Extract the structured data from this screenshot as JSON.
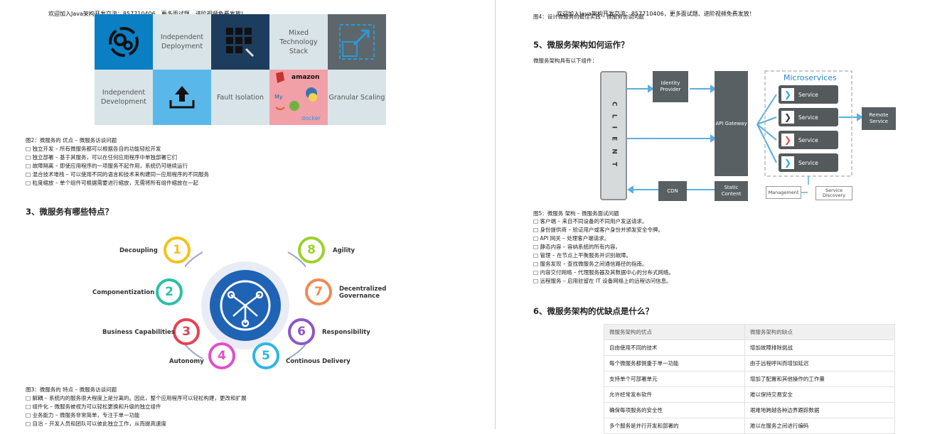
{
  "watermark": "欢迎加入Java架构开发交流：857710406，更多面试题、进阶视频免费发放！",
  "left": {
    "tiles": [
      {
        "label": "",
        "icon": "gears-icon"
      },
      {
        "label": "Independent Deployment",
        "icon": ""
      },
      {
        "label": "",
        "icon": "grid-icon"
      },
      {
        "label": "Mixed Technology Stack",
        "icon": ""
      },
      {
        "label": "",
        "icon": "scale-arrow-icon"
      },
      {
        "label": "Independent Development",
        "icon": ""
      },
      {
        "label": "",
        "icon": "upload-icon"
      },
      {
        "label": "Fault Isolation",
        "icon": ""
      },
      {
        "label": "",
        "icon": "tech-logos-icon"
      },
      {
        "label": "Granular Scaling",
        "icon": ""
      }
    ],
    "tech_logo_texts": [
      "amazon",
      "docker",
      "My"
    ],
    "figure2_caption": "图2：微服务的 优点 – 微服务访谈问题",
    "figure2_bullets": [
      "独立开发 – 所有微服务都可以根据各自的功能轻松开发",
      "独立部署 – 基于其服务，可以在任何应用程序中单独部署它们",
      "故障隔离 – 即使应用程序的一项服务不起作用，系统仍可继续运行",
      "混合技术堆栈 – 可以使用不同的语言和技术来构建同一应用程序的不同服务",
      "粒度缩放 – 单个组件可根据需要进行缩放，无需将所有组件缩放在一起"
    ],
    "section3_title": "3、微服务有哪些特点？",
    "features": [
      {
        "num": "1",
        "label": "Decoupling",
        "color": "#f2c21b"
      },
      {
        "num": "2",
        "label": "Componentization",
        "color": "#2bbfa4"
      },
      {
        "num": "3",
        "label": "Business Capabilities",
        "color": "#e8404f"
      },
      {
        "num": "4",
        "label": "Autonomy",
        "color": "#e24fc4"
      },
      {
        "num": "5",
        "label": "Continous Delivery",
        "color": "#2cb6e6"
      },
      {
        "num": "6",
        "label": "Responsibility",
        "color": "#8a57c9"
      },
      {
        "num": "7",
        "label": "Decentralized Governance",
        "color": "#f08a52"
      },
      {
        "num": "8",
        "label": "Agility",
        "color": "#9bd22c"
      }
    ],
    "figure3_caption": "图3：微服务的 特点 – 微服务访谈问题",
    "figure3_bullets": [
      "解耦 – 系统内的服务很大程度上是分离的。因此，整个应用程序可以轻松构建，更改和扩展",
      "组件化 – 微服务被视为可以轻松更换和升级的独立组件",
      "业务能力 – 微服务非常简单，专注于单一功能",
      "自治 – 开发人员和团队可以彼此独立工作，从而提高速度"
    ]
  },
  "right": {
    "figure4_caption": "图4：设计微服务的最佳实践 – 微服务访谈问题",
    "section5_title": "5、微服务架构如何运作？",
    "section5_intro": "微服务架构具有以下组件：",
    "arch": {
      "client": "C L I E N T",
      "identity_provider": "Identity Provider",
      "api_gateway": "API Gateway",
      "static_content": "Static Content",
      "cdn": "CDN",
      "microservices_title": "Microservices",
      "services": [
        "Service",
        "Service",
        "Service",
        "Service"
      ],
      "service_chevron_colors": [
        "#29a8d9",
        "#333333",
        "#e84b4b",
        "#29a8d9"
      ],
      "remote_service": "Remote Service",
      "management": "Management",
      "service_discovery": "Service Discovery"
    },
    "figure5_caption": "图5：微服务 架构 – 微服务面试问题",
    "figure5_bullets": [
      "客户端 – 来自不同设备的不同用户发送请求。",
      "身份提供商 – 验证用户或客户身份并颁发安全令牌。",
      "API 网关 – 处理客户端请求。",
      "静态内容 – 容纳系统的所有内容。",
      "管理 – 在节点上平衡服务并识别故障。",
      "服务发现 – 查找微服务之间通信路径的指南。",
      "内容交付网络 – 代理服务器及其数据中心的分布式网络。",
      "远程服务 – 启用驻留在 IT 设备网络上的远程访问信息。"
    ],
    "section6_title": "6、微服务架构的优缺点是什么？",
    "table": {
      "headers": [
        "微服务架构的优点",
        "微服务架构的缺点"
      ],
      "rows": [
        [
          "自由使用不同的技术",
          "增加故障排除挑战"
        ],
        [
          "每个微服务都侧重于单一功能",
          "由于远程呼叫而增加延迟"
        ],
        [
          "支持单个可部署单元",
          "增加了配置和其他操作的工作量"
        ],
        [
          "允许经常发布软件",
          "难以保持交易安全"
        ],
        [
          "确保每项服务的安全性",
          "艰难地跨越各种边界跟踪数据"
        ],
        [
          "多个服务是并行开发和部署的",
          "难以在服务之间进行编码"
        ]
      ]
    }
  }
}
